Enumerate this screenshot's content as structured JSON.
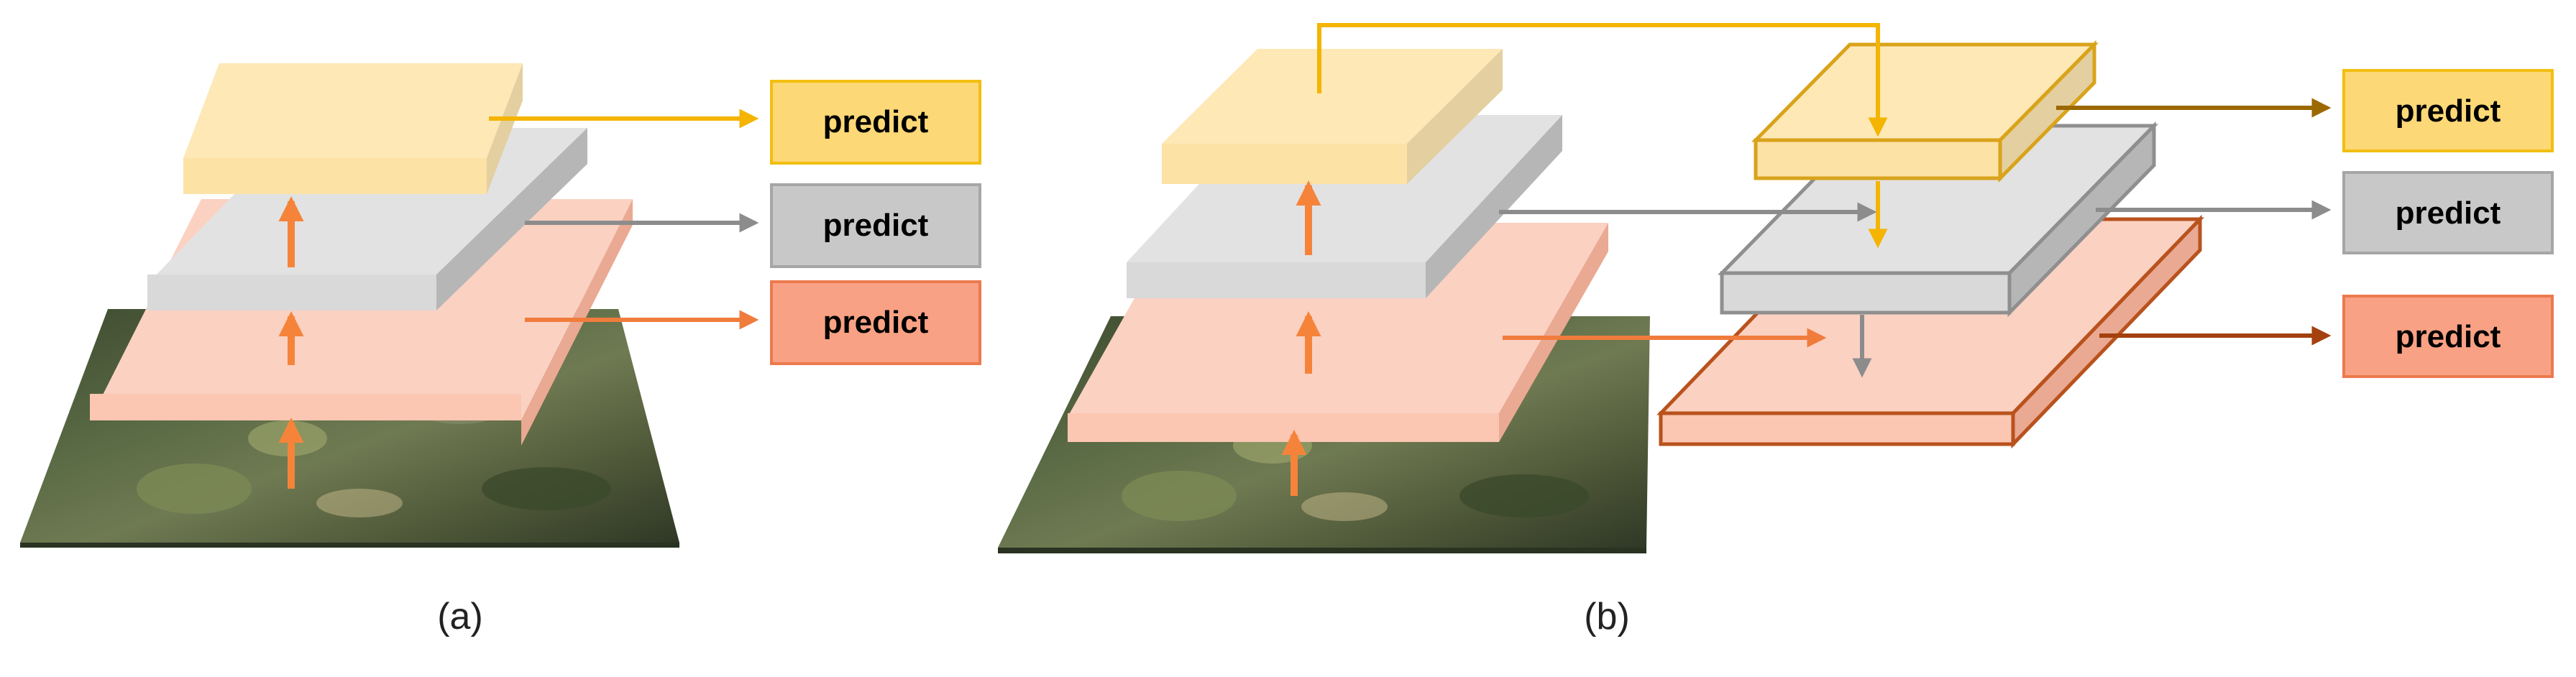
{
  "panel_a": {
    "caption": "(a)",
    "predict_boxes": [
      {
        "label": "predict",
        "color": "#fdd877",
        "border": "#f2be10"
      },
      {
        "label": "predict",
        "color": "#c8c8c8",
        "border": "#a6a6a6"
      },
      {
        "label": "predict",
        "color": "#f9a184",
        "border": "#ec7a4e"
      }
    ]
  },
  "panel_b": {
    "caption": "(b)",
    "predict_boxes": [
      {
        "label": "predict",
        "color": "#fdd877",
        "border": "#f2be10"
      },
      {
        "label": "predict",
        "color": "#c8c8c8",
        "border": "#a6a6a6"
      },
      {
        "label": "predict",
        "color": "#f9a184",
        "border": "#ec7a4e"
      }
    ]
  },
  "colors": {
    "layer_top": "#fde8b6",
    "layer_mid": "#e2e2e2",
    "layer_bottom": "#fbd1c2",
    "upward_arrow": "#f5843a",
    "arrow_yellow": "#f4b400",
    "arrow_gray": "#8c8c8c",
    "arrow_orange": "#f07c3c",
    "arrow_brown_dark": "#9c6800",
    "arrow_brown_red": "#a4410e",
    "td_yellow_stroke": "#d9a31a",
    "td_gray_stroke": "#8f8f8f",
    "td_orange_stroke": "#b9521d"
  }
}
